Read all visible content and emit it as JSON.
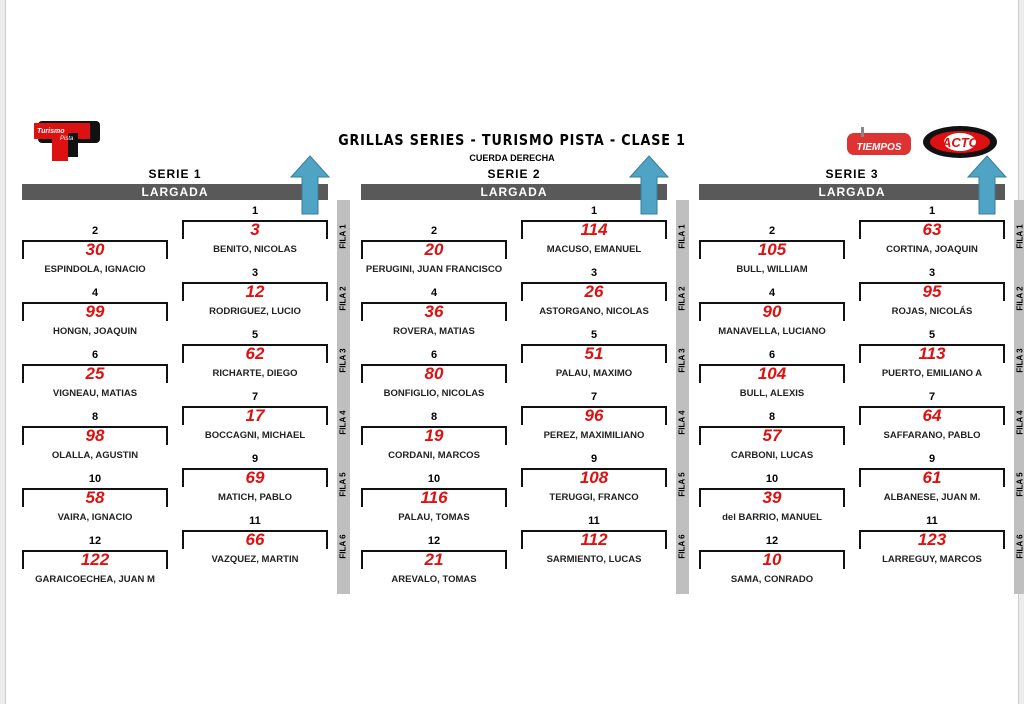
{
  "title": "GRILLAS SERIES - TURISMO PISTA - CLASE 1",
  "subtitle": "CUERDA DERECHA",
  "logos": {
    "left": "Turismo Pista",
    "right1": "TIEMPOS",
    "right2": "ACTC"
  },
  "colors": {
    "number": "#e01010",
    "bar": "#595959",
    "arrow": "#4fa3c4"
  },
  "start_label": "LARGADA",
  "filas": [
    "FILA 1",
    "FILA 2",
    "FILA 3",
    "FILA 4",
    "FILA 5",
    "FILA 6"
  ],
  "series": [
    {
      "name": "SERIE 1",
      "grid": [
        {
          "pos": "1",
          "num": "3",
          "driver": "BENITO, NICOLAS"
        },
        {
          "pos": "2",
          "num": "30",
          "driver": "ESPINDOLA, IGNACIO"
        },
        {
          "pos": "3",
          "num": "12",
          "driver": "RODRIGUEZ, LUCIO"
        },
        {
          "pos": "4",
          "num": "99",
          "driver": "HONGN, JOAQUIN"
        },
        {
          "pos": "5",
          "num": "62",
          "driver": "RICHARTE, DIEGO"
        },
        {
          "pos": "6",
          "num": "25",
          "driver": "VIGNEAU, MATIAS"
        },
        {
          "pos": "7",
          "num": "17",
          "driver": "BOCCAGNI, MICHAEL"
        },
        {
          "pos": "8",
          "num": "98",
          "driver": "OLALLA, AGUSTIN"
        },
        {
          "pos": "9",
          "num": "69",
          "driver": "MATICH, PABLO"
        },
        {
          "pos": "10",
          "num": "58",
          "driver": "VAIRA, IGNACIO"
        },
        {
          "pos": "11",
          "num": "66",
          "driver": "VAZQUEZ, MARTIN"
        },
        {
          "pos": "12",
          "num": "122",
          "driver": "GARAICOECHEA, JUAN M"
        }
      ]
    },
    {
      "name": "SERIE 2",
      "grid": [
        {
          "pos": "1",
          "num": "114",
          "driver": "MACUSO, EMANUEL"
        },
        {
          "pos": "2",
          "num": "20",
          "driver": "PERUGINI, JUAN FRANCISCO"
        },
        {
          "pos": "3",
          "num": "26",
          "driver": "ASTORGANO, NICOLAS"
        },
        {
          "pos": "4",
          "num": "36",
          "driver": "ROVERA, MATIAS"
        },
        {
          "pos": "5",
          "num": "51",
          "driver": "PALAU, MAXIMO"
        },
        {
          "pos": "6",
          "num": "80",
          "driver": "BONFIGLIO, NICOLAS"
        },
        {
          "pos": "7",
          "num": "96",
          "driver": "PEREZ, MAXIMILIANO"
        },
        {
          "pos": "8",
          "num": "19",
          "driver": "CORDANI, MARCOS"
        },
        {
          "pos": "9",
          "num": "108",
          "driver": "TERUGGI, FRANCO"
        },
        {
          "pos": "10",
          "num": "116",
          "driver": "PALAU, TOMAS"
        },
        {
          "pos": "11",
          "num": "112",
          "driver": "SARMIENTO, LUCAS"
        },
        {
          "pos": "12",
          "num": "21",
          "driver": "AREVALO, TOMAS"
        }
      ]
    },
    {
      "name": "SERIE 3",
      "grid": [
        {
          "pos": "1",
          "num": "63",
          "driver": "CORTINA, JOAQUIN"
        },
        {
          "pos": "2",
          "num": "105",
          "driver": "BULL, WILLIAM"
        },
        {
          "pos": "3",
          "num": "95",
          "driver": "ROJAS, NICOLÁS"
        },
        {
          "pos": "4",
          "num": "90",
          "driver": "MANAVELLA, LUCIANO"
        },
        {
          "pos": "5",
          "num": "113",
          "driver": "PUERTO, EMILIANO A"
        },
        {
          "pos": "6",
          "num": "104",
          "driver": "BULL, ALEXIS"
        },
        {
          "pos": "7",
          "num": "64",
          "driver": "SAFFARANO, PABLO"
        },
        {
          "pos": "8",
          "num": "57",
          "driver": "CARBONI, LUCAS"
        },
        {
          "pos": "9",
          "num": "61",
          "driver": "ALBANESE, JUAN M."
        },
        {
          "pos": "10",
          "num": "39",
          "driver": "del  BARRIO, MANUEL"
        },
        {
          "pos": "11",
          "num": "123",
          "driver": "LARREGUY, MARCOS"
        },
        {
          "pos": "12",
          "num": "10",
          "driver": "SAMA, CONRADO"
        }
      ]
    }
  ]
}
